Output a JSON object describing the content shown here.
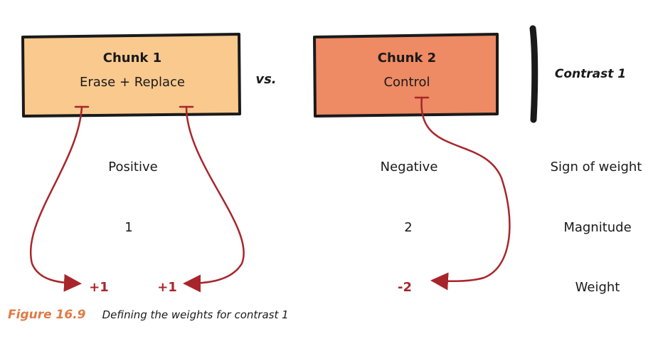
{
  "chunk1": {
    "title": "Chunk 1",
    "subtitle": "Erase + Replace",
    "fill": "#f9c98e"
  },
  "chunk2": {
    "title": "Chunk 2",
    "subtitle": "Control",
    "fill": "#ee8a64"
  },
  "vs_label": "vs.",
  "contrast_label": "Contrast 1",
  "rows": {
    "sign": {
      "label": "Sign of weight",
      "chunk1": "Positive",
      "chunk2": "Negative"
    },
    "magnitude": {
      "label": "Magnitude",
      "chunk1": "1",
      "chunk2": "2"
    },
    "weight": {
      "label": "Weight",
      "chunk1_a": "+1",
      "chunk1_b": "+1",
      "chunk2": "-2"
    }
  },
  "caption": {
    "figure": "Figure 16.9",
    "text": "Defining the weights for contrast 1"
  },
  "colors": {
    "arrow": "#a8262b",
    "box_border": "#1a1a1a",
    "caption_label": "#e07a45"
  }
}
